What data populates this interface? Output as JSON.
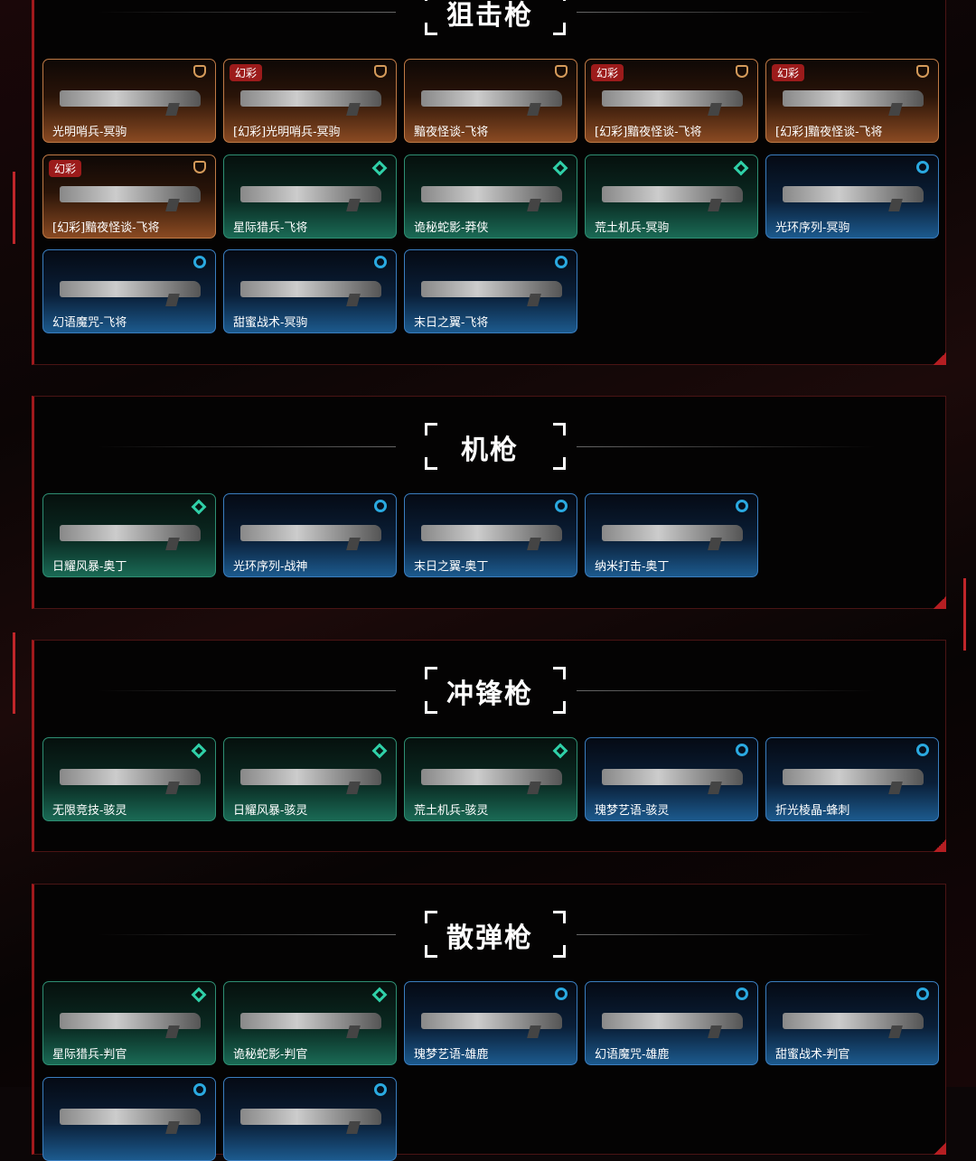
{
  "sections": [
    {
      "title": "狙击枪",
      "items": [
        {
          "name": "光明哨兵-冥驹",
          "tier": "gold"
        },
        {
          "name": "[幻彩]光明哨兵-冥驹",
          "tier": "gold",
          "badge": "幻彩"
        },
        {
          "name": "黯夜怪谈-飞将",
          "tier": "gold"
        },
        {
          "name": "[幻彩]黯夜怪谈-飞将",
          "tier": "gold",
          "badge": "幻彩"
        },
        {
          "name": "[幻彩]黯夜怪谈-飞将",
          "tier": "gold",
          "badge": "幻彩"
        },
        {
          "name": "[幻彩]黯夜怪谈-飞将",
          "tier": "gold",
          "badge": "幻彩"
        },
        {
          "name": "星际猎兵-飞将",
          "tier": "green"
        },
        {
          "name": "诡秘蛇影-莽侠",
          "tier": "green"
        },
        {
          "name": "荒土机兵-冥驹",
          "tier": "green"
        },
        {
          "name": "光环序列-冥驹",
          "tier": "blue"
        },
        {
          "name": "幻语魔咒-飞将",
          "tier": "blue"
        },
        {
          "name": "甜蜜战术-冥驹",
          "tier": "blue"
        },
        {
          "name": "末日之翼-飞将",
          "tier": "blue"
        }
      ]
    },
    {
      "title": "机枪",
      "items": [
        {
          "name": "日耀风暴-奥丁",
          "tier": "green"
        },
        {
          "name": "光环序列-战神",
          "tier": "blue"
        },
        {
          "name": "末日之翼-奥丁",
          "tier": "blue"
        },
        {
          "name": "纳米打击-奥丁",
          "tier": "blue"
        }
      ]
    },
    {
      "title": "冲锋枪",
      "items": [
        {
          "name": "无限竞技-骇灵",
          "tier": "green"
        },
        {
          "name": "日耀风暴-骇灵",
          "tier": "green"
        },
        {
          "name": "荒土机兵-骇灵",
          "tier": "green"
        },
        {
          "name": "瑰梦艺语-骇灵",
          "tier": "blue"
        },
        {
          "name": "折光棱晶-蜂刺",
          "tier": "blue"
        }
      ]
    },
    {
      "title": "散弹枪",
      "items": [
        {
          "name": "星际猎兵-判官",
          "tier": "green"
        },
        {
          "name": "诡秘蛇影-判官",
          "tier": "green"
        },
        {
          "name": "瑰梦艺语-雄鹿",
          "tier": "blue"
        },
        {
          "name": "幻语魔咒-雄鹿",
          "tier": "blue"
        },
        {
          "name": "甜蜜战术-判官",
          "tier": "blue"
        },
        {
          "name": "",
          "tier": "blue"
        },
        {
          "name": "",
          "tier": "blue"
        }
      ]
    }
  ]
}
